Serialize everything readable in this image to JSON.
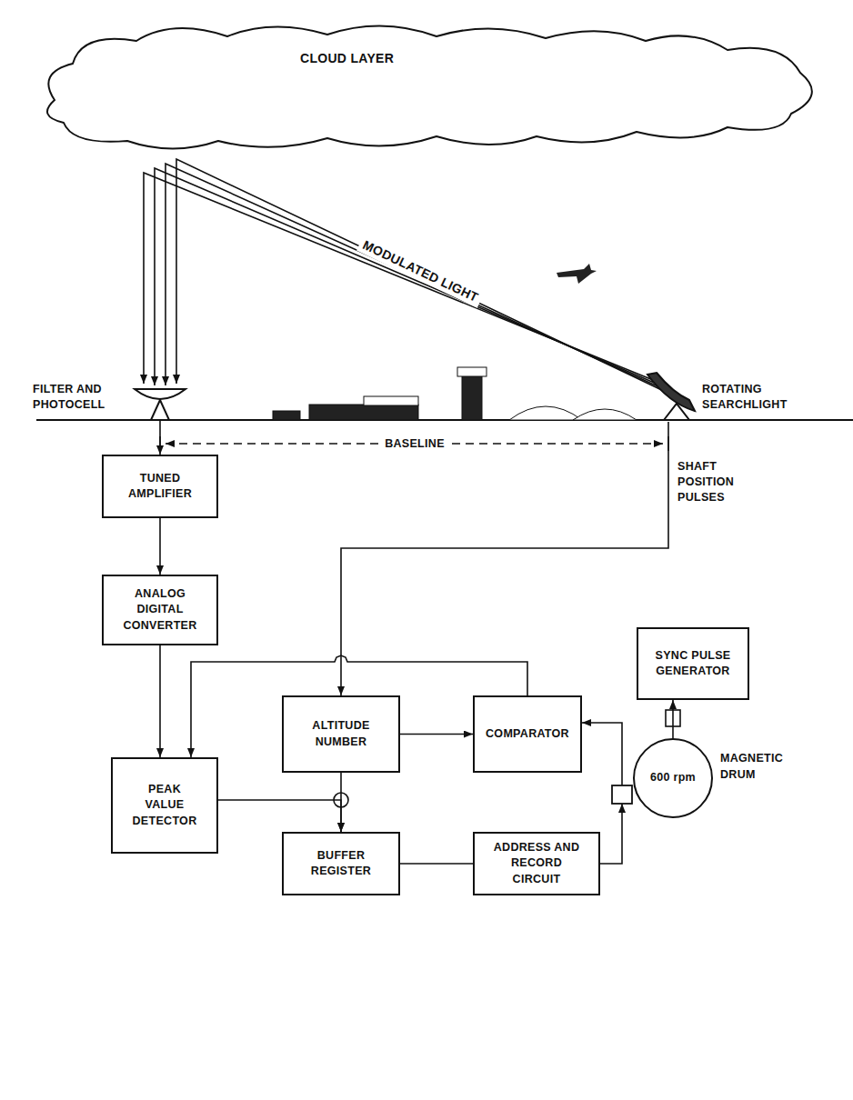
{
  "diagram": {
    "nodes": [
      {
        "text": [
          "TUNED AMPLIFIER"
        ]
      },
      {
        "text": [
          "ANALOG DIGITAL CONVERTER"
        ]
      },
      {
        "text": [
          "SYNC PULSE GENERATOR"
        ]
      },
      {
        "text": [
          "ALTITUDE NUMBER"
        ]
      },
      {
        "text": [
          "COMPARATOR"
        ]
      },
      {
        "text": [
          "PEAK VALUE DETECTOR"
        ]
      },
      {
        "text": [
          "600 rpm",
          "MAGNETIC DRUM"
        ]
      },
      {
        "text": [
          "BUFFER REGISTER"
        ]
      },
      {
        "text": [
          "ADDRESS AND RECORD CIRCUIT"
        ]
      }
    ],
    "edges": [
      {
        "from": 0,
        "to": 1,
        "arrow": "to"
      },
      {
        "from": 1,
        "to": 5,
        "arrow": "to"
      },
      {
        "from": 4,
        "to": 5,
        "arrow": "to"
      },
      {
        "from": 3,
        "to": 4,
        "arrow": "to"
      },
      {
        "from": 6,
        "to": 4,
        "arrow": "to"
      },
      {
        "from": 5,
        "to": 7,
        "arrow": "to"
      },
      {
        "from": 3,
        "to": 7,
        "arrow": "to"
      },
      {
        "from": 7,
        "to": 8,
        "arrow": "none"
      },
      {
        "from": 8,
        "to": 6,
        "arrow": "to"
      },
      {
        "from": 6,
        "to": 2,
        "arrow": "to"
      }
    ],
    "labels": [
      "CLOUD LAYER",
      "MODULATED LIGHT",
      "FILTER AND PHOTOCELL",
      "ROTATING SEARCHLIGHT",
      "BASELINE",
      "SHAFT POSITION PULSES"
    ]
  }
}
